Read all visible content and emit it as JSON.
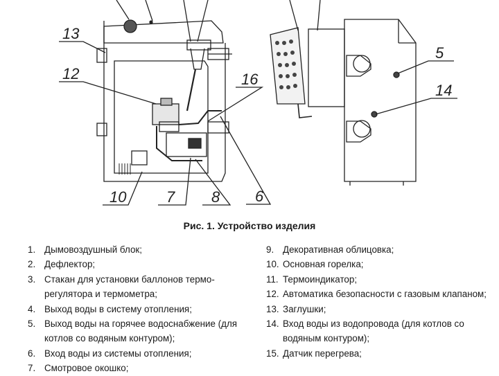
{
  "figure": {
    "caption": "Рис. 1. Устройство изделия",
    "callouts": {
      "c13": "13",
      "c12": "12",
      "c16": "16",
      "c10": "10",
      "c7": "7",
      "c8": "8",
      "c6": "6",
      "c5": "5",
      "c14": "14"
    }
  },
  "legend": {
    "left": [
      {
        "num": "1.",
        "text": "Дымовоздушный блок;"
      },
      {
        "num": "2.",
        "text": "Дефлектор;"
      },
      {
        "num": "3.",
        "text": "Стакан для установки баллонов термо-регулятора и термометра;"
      },
      {
        "num": "4.",
        "text": "Выход воды в систему отопления;"
      },
      {
        "num": "5.",
        "text": "Выход воды на горячее водоснабжение (для котлов со водяным контуром);"
      },
      {
        "num": "6.",
        "text": "Вход воды из системы отопления;"
      },
      {
        "num": "7.",
        "text": "Смотровое окошко;"
      }
    ],
    "right": [
      {
        "num": "9.",
        "text": "Декоративная облицовка;"
      },
      {
        "num": "10.",
        "text": "Основная горелка;"
      },
      {
        "num": "11.",
        "text": "Термоиндикатор;"
      },
      {
        "num": "12.",
        "text": "Автоматика безопасности с газовым клапаном;"
      },
      {
        "num": "13.",
        "text": "Заглушки;"
      },
      {
        "num": "14.",
        "text": "Вход воды из водопровода (для котлов со водяным контуром);"
      },
      {
        "num": "15.",
        "text": "Датчик перегрева;"
      }
    ]
  }
}
